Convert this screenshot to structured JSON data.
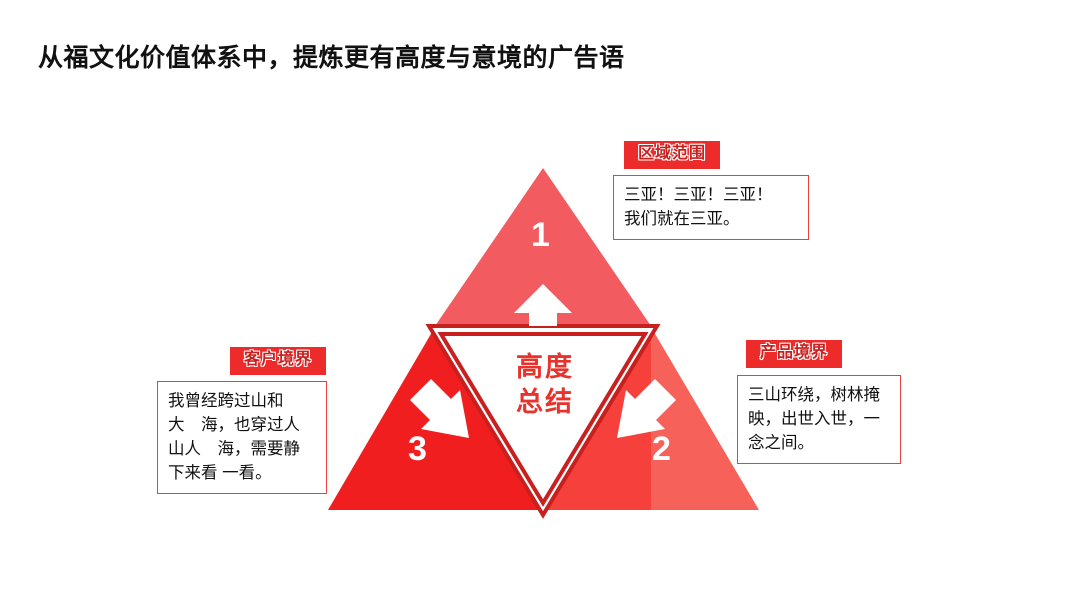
{
  "page": {
    "title": "从福文化价值体系中，提炼更有高度与意境的广告语",
    "background_color": "#ffffff"
  },
  "diagram": {
    "type": "segmented-triangle-with-center-summary",
    "colors": {
      "segment_1": "#F25B60",
      "segment_2_inner": "#F5403C",
      "segment_2_outer": "#F66159",
      "segment_3": "#F01E1E",
      "center_border": "#C8201F",
      "center_fill": "#FFFFFF",
      "arrow": "#FFFFFF",
      "label_background": "#EE2B2B",
      "box_border": "#E8403C",
      "caption_text": "#E8322C",
      "number_text": "#FFFFFF"
    },
    "center": {
      "caption_line_1": "高度",
      "caption_line_2": "总结"
    },
    "segments": [
      {
        "number": "1",
        "position": "top"
      },
      {
        "number": "2",
        "position": "bottom-right"
      },
      {
        "number": "3",
        "position": "bottom-left"
      }
    ],
    "arrows": [
      {
        "name": "arrow-up",
        "direction": "up"
      },
      {
        "name": "arrow-down-left",
        "direction": "down-left"
      },
      {
        "name": "arrow-down-right",
        "direction": "down-right"
      }
    ]
  },
  "callouts": {
    "region": {
      "label": "区域范围",
      "text": "三亚！三亚！三亚！\n我们就在三亚。"
    },
    "customer": {
      "label": "客户境界",
      "text": "我曾经跨过山和\n大　海，也穿过人\n山人　海，需要静\n下来看 一看。"
    },
    "product": {
      "label": "产品境界",
      "text": "三山环绕，树林掩\n映，出世入世，一\n念之间。"
    }
  }
}
